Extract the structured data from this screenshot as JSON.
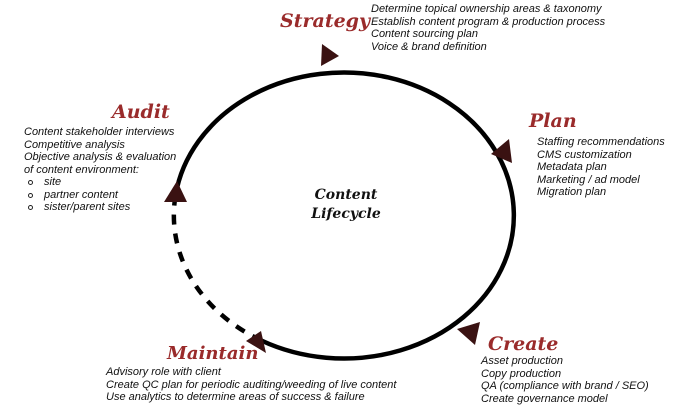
{
  "center_label": [
    "Content",
    "Lifecycle"
  ],
  "colors": {
    "title": "#9a2b2b",
    "arrow": "#3a1212",
    "ring": "#000000"
  },
  "stages": {
    "strategy": {
      "title": "Strategy",
      "items": [
        "Determine topical ownership areas & taxonomy",
        "Establish content program & production process",
        "Content sourcing plan",
        "Voice & brand definition"
      ]
    },
    "plan": {
      "title": "Plan",
      "items": [
        "Staffing recommendations",
        "CMS customization",
        "Metadata plan",
        "Marketing / ad model",
        "Migration plan"
      ]
    },
    "create": {
      "title": "Create",
      "items": [
        "Asset production",
        "Copy production",
        "QA (compliance with brand / SEO)",
        "Create governance model"
      ]
    },
    "maintain": {
      "title": "Maintain",
      "items": [
        "Advisory role with client",
        "Create QC plan for periodic auditing/weeding of live content",
        "Use analytics to determine areas of success & failure"
      ]
    },
    "audit": {
      "title": "Audit",
      "items": [
        "Content stakeholder interviews",
        "Competitive analysis",
        "Objective analysis & evaluation",
        "of content environment:"
      ],
      "sub_items": [
        "site",
        "partner content",
        "sister/parent sites"
      ]
    }
  }
}
